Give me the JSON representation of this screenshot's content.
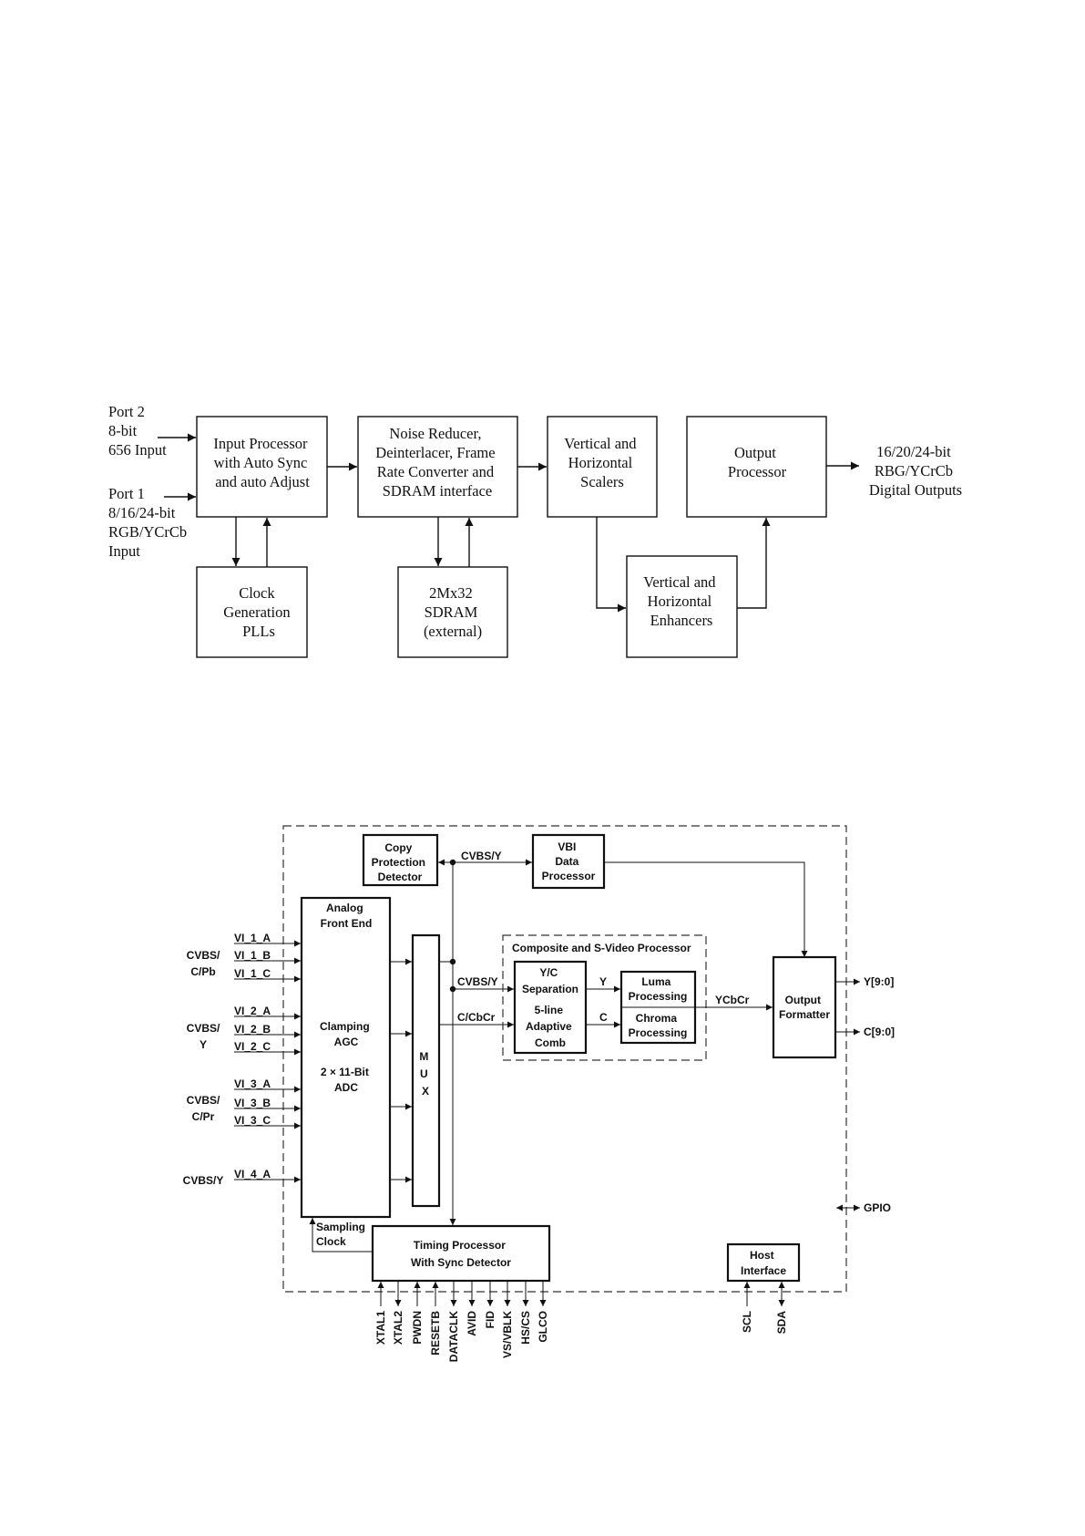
{
  "diagram1": {
    "port2": [
      "Port 2",
      "8-bit",
      "656 Input"
    ],
    "port1": [
      "Port 1",
      "8/16/24-bit",
      "RGB/YCrCb",
      "Input"
    ],
    "input_processor": [
      "Input Processor",
      "with Auto Sync",
      "and auto Adjust"
    ],
    "noise_reducer": [
      "Noise Reducer,",
      "Deinterlacer, Frame",
      "Rate Converter and",
      "SDRAM interface"
    ],
    "scalers": [
      "Vertical and",
      "Horizontal",
      "Scalers"
    ],
    "output_processor": [
      "Output",
      "Processor"
    ],
    "outputs": [
      "16/20/24-bit",
      "RBG/YCrCb",
      "Digital Outputs"
    ],
    "clock_gen": [
      "Clock",
      "Generation",
      "PLLs"
    ],
    "sdram": [
      "2Mx32",
      "SDRAM",
      "(external)"
    ],
    "enhancers": [
      "Vertical and",
      "Horizontal",
      "Enhancers"
    ]
  },
  "diagram2": {
    "copy_protection": [
      "Copy",
      "Protection",
      "Detector"
    ],
    "vbi": [
      "VBI",
      "Data",
      "Processor"
    ],
    "cvbs_y_top": "CVBS/Y",
    "analog_front_end": [
      "Analog",
      "Front End"
    ],
    "clamping": [
      "Clamping",
      "AGC"
    ],
    "adc": [
      "2 × 11-Bit",
      "ADC"
    ],
    "mux": [
      "M",
      "U",
      "X"
    ],
    "composite_title": "Composite and S-Video Processor",
    "yc_separation": [
      "Y/C",
      "Separation"
    ],
    "comb": [
      "5-line",
      "Adaptive",
      "Comb"
    ],
    "luma": [
      "Luma",
      "Processing"
    ],
    "chroma": [
      "Chroma",
      "Processing"
    ],
    "output_formatter": [
      "Output",
      "Formatter"
    ],
    "signal_cvbs_y": "CVBS/Y",
    "signal_c_cbcr": "C/CbCr",
    "signal_y": "Y",
    "signal_c": "C",
    "signal_ycbcr": "YCbCr",
    "out_y": "Y[9:0]",
    "out_c": "C[9:0]",
    "gpio": "GPIO",
    "group_labels": [
      [
        "CVBS/",
        "C/Pb"
      ],
      [
        "CVBS/",
        "Y"
      ],
      [
        "CVBS/",
        "C/Pr"
      ],
      [
        "CVBS/Y"
      ]
    ],
    "inputs": [
      "VI_1_A",
      "VI_1_B",
      "VI_1_C",
      "VI_2_A",
      "VI_2_B",
      "VI_2_C",
      "VI_3_A",
      "VI_3_B",
      "VI_3_C",
      "VI_4_A"
    ],
    "sampling_clock": [
      "Sampling",
      "Clock"
    ],
    "timing_processor": [
      "Timing Processor",
      "With Sync Detector"
    ],
    "host_interface": [
      "Host",
      "Interface"
    ],
    "bottom_pins": [
      "XTAL1",
      "XTAL2",
      "PWDN",
      "RESETB",
      "DATACLK",
      "AVID",
      "FID",
      "VS/VBLK",
      "HS/CS",
      "GLCO"
    ],
    "host_pins": [
      "SCL",
      "SDA"
    ]
  }
}
